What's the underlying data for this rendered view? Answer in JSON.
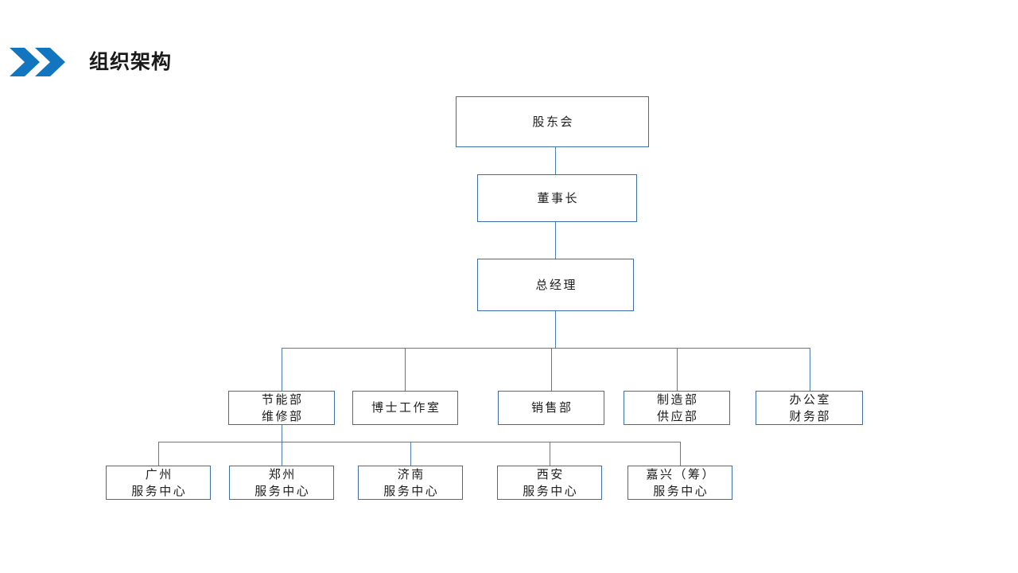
{
  "header": {
    "title": "组织架构",
    "icon_left": "chevron-right-icon",
    "icon_right": "chevron-right-icon",
    "accent_color": "#1275BF"
  },
  "theme": {
    "box_border_color": "#3A6FA5",
    "connector_color": "#4A7FB0",
    "background_color": "#FFFFFF",
    "text_color": "#1D1D1D"
  },
  "chart_data": {
    "type": "org-chart",
    "title": "组织架构",
    "orientation": "top-down",
    "levels": [
      {
        "level": 1,
        "nodes": [
          {
            "id": "shareholders",
            "lines": [
              "股东会"
            ]
          }
        ]
      },
      {
        "level": 2,
        "nodes": [
          {
            "id": "chairman",
            "lines": [
              "董事长"
            ]
          }
        ]
      },
      {
        "level": 3,
        "nodes": [
          {
            "id": "general-manager",
            "lines": [
              "总经理"
            ]
          }
        ]
      },
      {
        "level": 4,
        "nodes": [
          {
            "id": "dept-energy-maintenance",
            "lines": [
              "节能部",
              "维修部"
            ]
          },
          {
            "id": "dept-doctor-studio",
            "lines": [
              "博士工作室"
            ]
          },
          {
            "id": "dept-sales",
            "lines": [
              "销售部"
            ]
          },
          {
            "id": "dept-manufacturing-supply",
            "lines": [
              "制造部",
              "供应部"
            ]
          },
          {
            "id": "dept-office-finance",
            "lines": [
              "办公室",
              "财务部"
            ]
          }
        ]
      },
      {
        "level": 5,
        "nodes": [
          {
            "id": "center-guangzhou",
            "lines": [
              "广州",
              "服务中心"
            ]
          },
          {
            "id": "center-zhengzhou",
            "lines": [
              "郑州",
              "服务中心"
            ]
          },
          {
            "id": "center-jinan",
            "lines": [
              "济南",
              "服务中心"
            ]
          },
          {
            "id": "center-xian",
            "lines": [
              "西安",
              "服务中心"
            ]
          },
          {
            "id": "center-jiaxing",
            "lines": [
              "嘉兴（筹）",
              "服务中心"
            ]
          }
        ]
      }
    ],
    "edges": [
      {
        "from": "shareholders",
        "to": "chairman"
      },
      {
        "from": "chairman",
        "to": "general-manager"
      },
      {
        "from": "general-manager",
        "to": "dept-energy-maintenance"
      },
      {
        "from": "general-manager",
        "to": "dept-doctor-studio"
      },
      {
        "from": "general-manager",
        "to": "dept-sales"
      },
      {
        "from": "general-manager",
        "to": "dept-manufacturing-supply"
      },
      {
        "from": "general-manager",
        "to": "dept-office-finance"
      },
      {
        "from": "dept-energy-maintenance",
        "to": "center-guangzhou"
      },
      {
        "from": "dept-energy-maintenance",
        "to": "center-zhengzhou"
      },
      {
        "from": "dept-energy-maintenance",
        "to": "center-jinan"
      },
      {
        "from": "dept-energy-maintenance",
        "to": "center-xian"
      },
      {
        "from": "dept-energy-maintenance",
        "to": "center-jiaxing"
      }
    ]
  }
}
